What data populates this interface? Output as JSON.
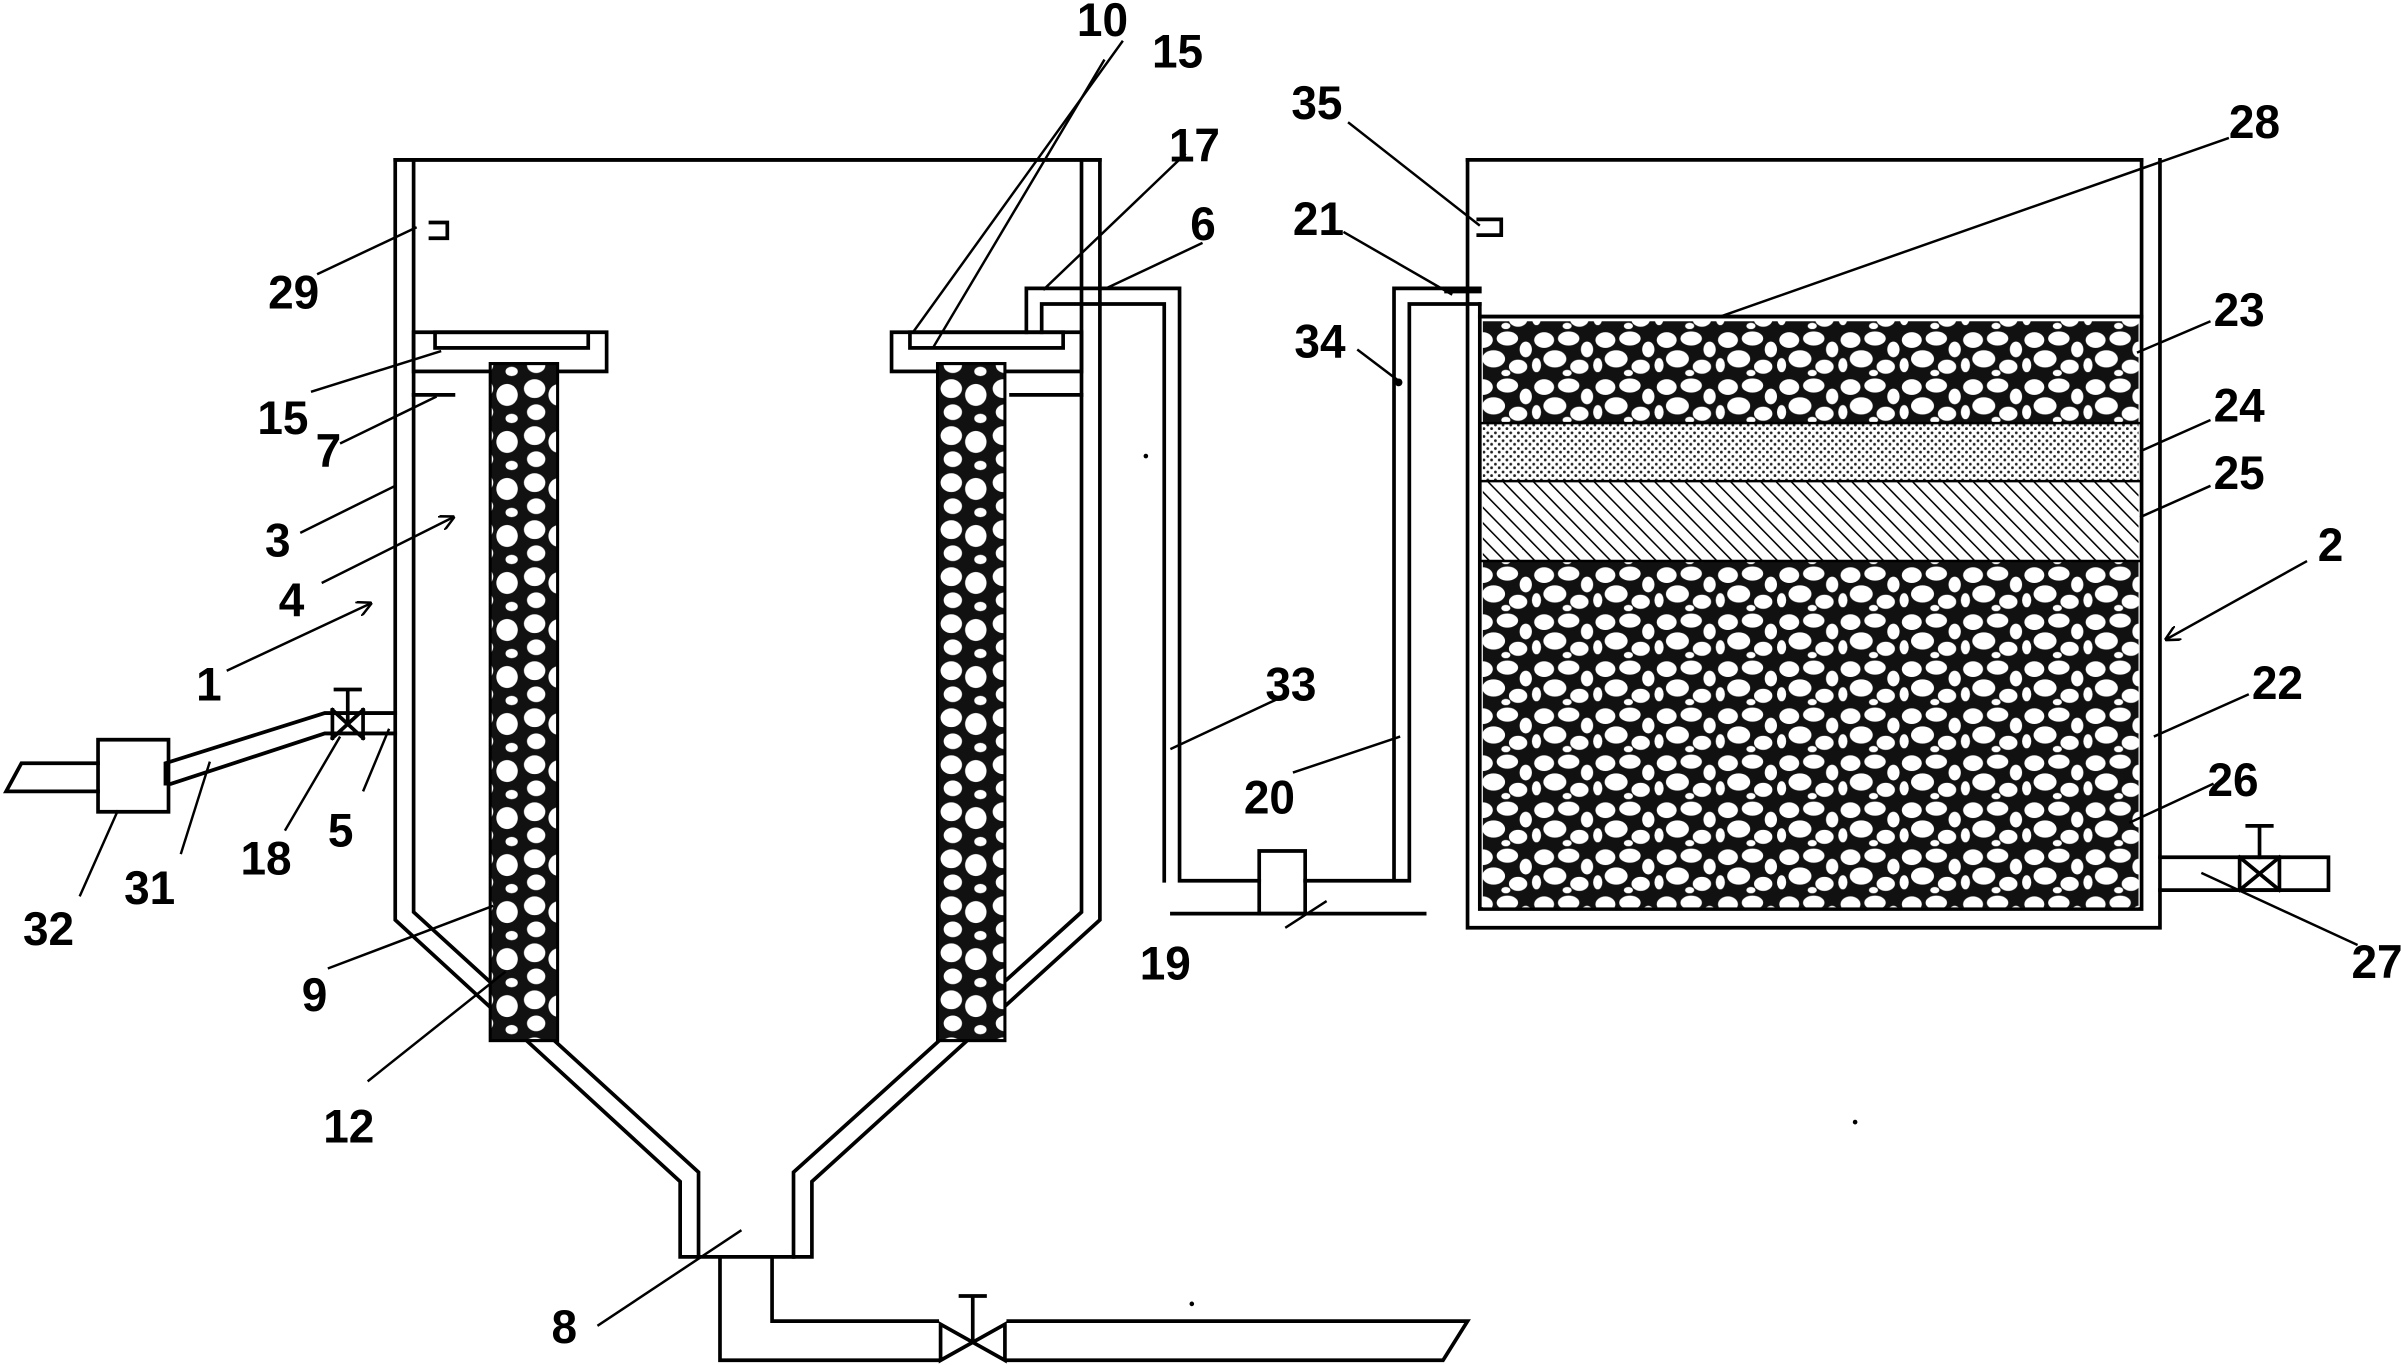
{
  "labels": [
    {
      "id": "n1",
      "text": "1"
    },
    {
      "id": "n2",
      "text": "2"
    },
    {
      "id": "n3",
      "text": "3"
    },
    {
      "id": "n4",
      "text": "4"
    },
    {
      "id": "n5",
      "text": "5"
    },
    {
      "id": "n6",
      "text": "6"
    },
    {
      "id": "n7",
      "text": "7"
    },
    {
      "id": "n8",
      "text": "8"
    },
    {
      "id": "n9",
      "text": "9"
    },
    {
      "id": "n10",
      "text": "10"
    },
    {
      "id": "n12",
      "text": "12"
    },
    {
      "id": "n15a",
      "text": "15"
    },
    {
      "id": "n15b",
      "text": "15"
    },
    {
      "id": "n17",
      "text": "17"
    },
    {
      "id": "n18",
      "text": "18"
    },
    {
      "id": "n19",
      "text": "19"
    },
    {
      "id": "n20",
      "text": "20"
    },
    {
      "id": "n21",
      "text": "21"
    },
    {
      "id": "n22",
      "text": "22"
    },
    {
      "id": "n23",
      "text": "23"
    },
    {
      "id": "n24",
      "text": "24"
    },
    {
      "id": "n25",
      "text": "25"
    },
    {
      "id": "n26",
      "text": "26"
    },
    {
      "id": "n27",
      "text": "27"
    },
    {
      "id": "n28",
      "text": "28"
    },
    {
      "id": "n29",
      "text": "29"
    },
    {
      "id": "n31",
      "text": "31"
    },
    {
      "id": "n32",
      "text": "32"
    },
    {
      "id": "n33",
      "text": "33"
    },
    {
      "id": "n34",
      "text": "34"
    },
    {
      "id": "n35",
      "text": "35"
    }
  ]
}
